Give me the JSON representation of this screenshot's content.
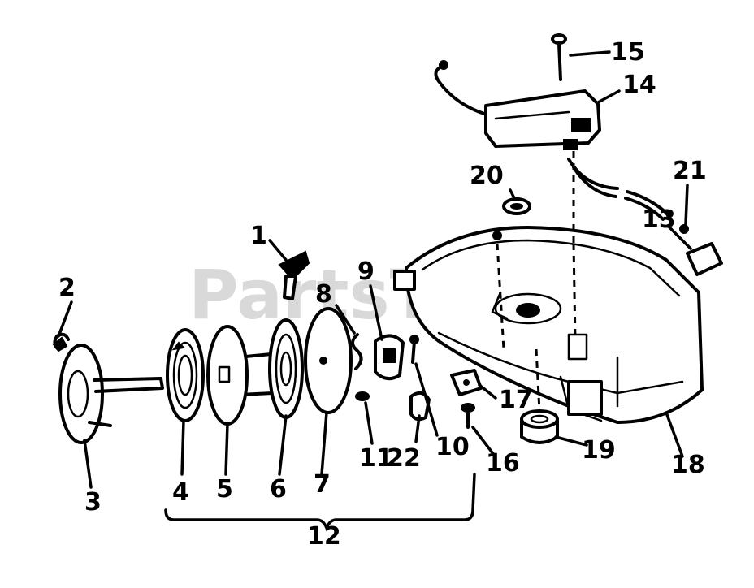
{
  "watermark": "PartsTree",
  "callouts": {
    "c1": "1",
    "c2": "2",
    "c3": "3",
    "c4": "4",
    "c5": "5",
    "c6": "6",
    "c7": "7",
    "c8": "8",
    "c9": "9",
    "c10": "10",
    "c11": "11",
    "c12": "12",
    "c13": "13",
    "c14": "14",
    "c15": "15",
    "c16": "16",
    "c17": "17",
    "c18": "18",
    "c19": "19",
    "c20": "20",
    "c21": "21",
    "c22": "22"
  },
  "icons": {
    "base": "recoil-starter-housing-icon",
    "pulley": "starter-pulley-icon",
    "spring": "rewind-spring-icon"
  }
}
